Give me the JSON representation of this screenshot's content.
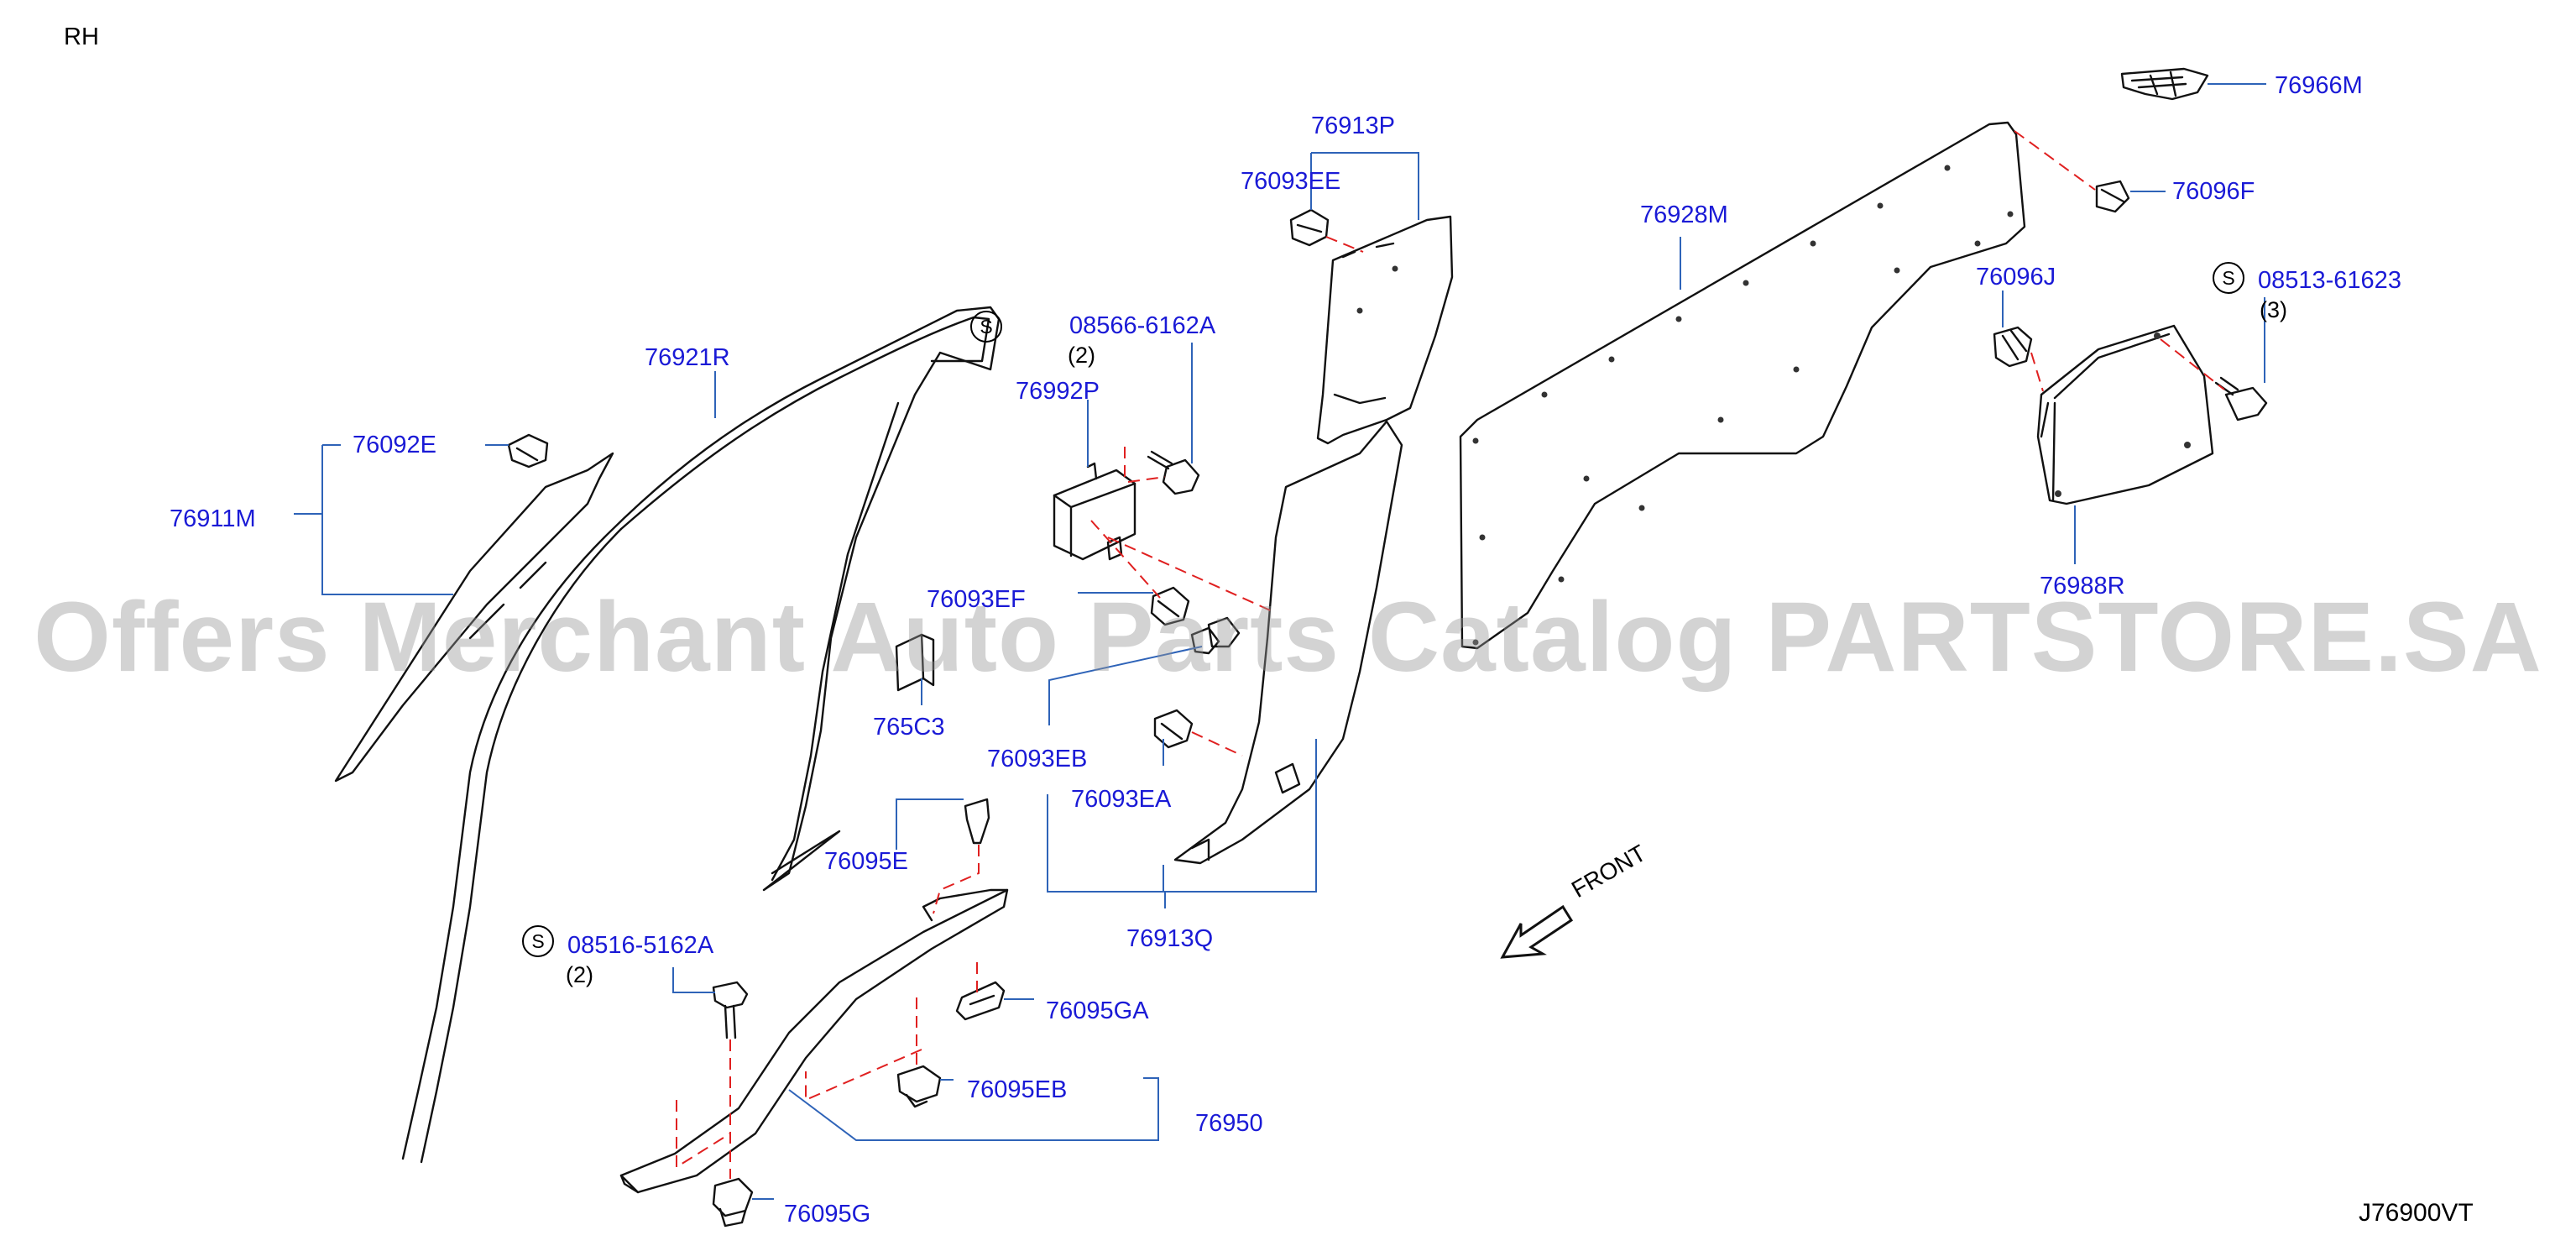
{
  "header": {
    "side": "RH",
    "ref_code": "J76900VT"
  },
  "watermark": "Offers Merchant Auto Parts Catalog PARTSTORE.SA",
  "front_label": "FRONT",
  "symbol_s": "S",
  "parts": {
    "p76966M": "76966M",
    "p76913P": "76913P",
    "p76093EE": "76093EE",
    "p76096F": "76096F",
    "p76928M": "76928M",
    "p76096J": "76096J",
    "p08513": "08513-61623",
    "p08513_qty": "(3)",
    "p08566": "08566-6162A",
    "p08566_qty": "(2)",
    "p76921R": "76921R",
    "p76992P": "76992P",
    "p76092E": "76092E",
    "p76911M": "76911M",
    "p76988R": "76988R",
    "p76093EF": "76093EF",
    "p765C3": "765C3",
    "p76093EB": "76093EB",
    "p76093EA": "76093EA",
    "p76095E": "76095E",
    "p76913Q": "76913Q",
    "p08516": "08516-5162A",
    "p08516_qty": "(2)",
    "p76095GA": "76095GA",
    "p76095EB": "76095EB",
    "p76950": "76950",
    "p76095G": "76095G"
  },
  "colors": {
    "label": "#1a1ad6",
    "leader": "#2e63b8",
    "dash": "#e02020",
    "outline": "#111111",
    "watermark": "#969696"
  }
}
